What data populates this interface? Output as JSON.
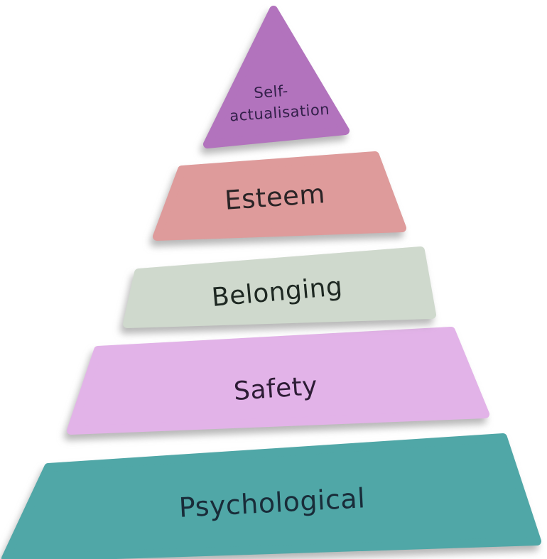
{
  "pyramid": {
    "background_color": "#ffffff",
    "shadow_color": "rgba(125,125,125,0.55)",
    "levels": [
      {
        "id": "self-actualisation",
        "label_line1": "Self-",
        "label_line2": "actualisation",
        "fill": "#b273bd",
        "text_color": "#33204a"
      },
      {
        "id": "esteem",
        "label": "Esteem",
        "fill": "#de9b9b",
        "text_color": "#2a2426"
      },
      {
        "id": "belonging",
        "label": "Belonging",
        "fill": "#cfd9cd",
        "text_color": "#1e2822"
      },
      {
        "id": "safety",
        "label": "Safety",
        "fill": "#e2b3e8",
        "text_color": "#2d1c35"
      },
      {
        "id": "psychological",
        "label": "Psychological",
        "fill": "#50a7a7",
        "text_color": "#192c39"
      }
    ]
  }
}
